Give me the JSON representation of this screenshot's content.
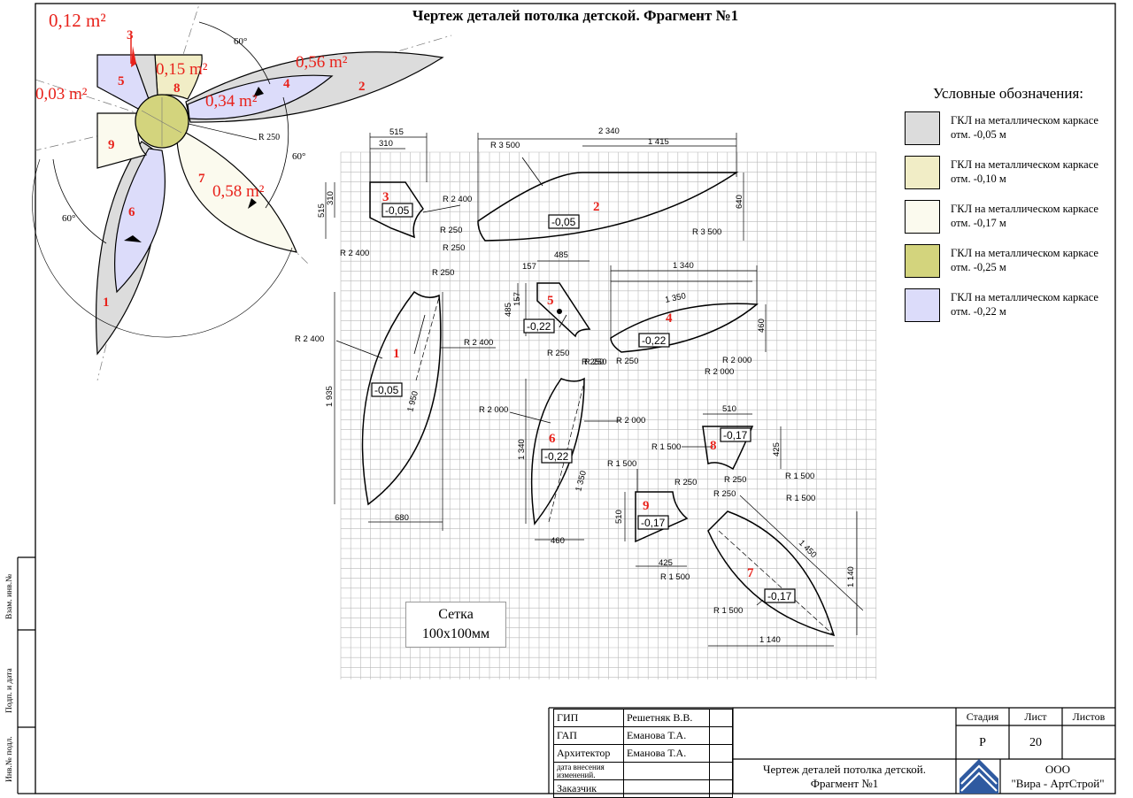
{
  "title": "Чертеж деталей потолка детской. Фрагмент №1",
  "legend": {
    "heading": "Условные обозначения:",
    "items": [
      {
        "line1": "ГКЛ на металлическом каркасе",
        "line2": "отм. -0,05 м",
        "color": "#dcdcdc"
      },
      {
        "line1": "ГКЛ на металлическом каркасе",
        "line2": "отм. -0,10 м",
        "color": "#f1edc6"
      },
      {
        "line1": "ГКЛ на металлическом каркасе",
        "line2": "отм. -0,17 м",
        "color": "#fbfaee"
      },
      {
        "line1": "ГКЛ на металлическом каркасе",
        "line2": "отм. -0,25 м",
        "color": "#d3d47d"
      },
      {
        "line1": "ГКЛ на металлическом каркасе",
        "line2": "отм. -0,22 м",
        "color": "#dcdcfa"
      }
    ]
  },
  "flower": {
    "areas": [
      "0,12 m²",
      "0,03 m²",
      "0,15 m²",
      "0,56 m²",
      "0,34 m²",
      "0,58 m²"
    ],
    "petal_numbers": [
      "1",
      "2",
      "3",
      "4",
      "5",
      "6",
      "7",
      "8",
      "9"
    ],
    "angles": [
      "60°",
      "60°",
      "60°"
    ],
    "radius_label": "R 250"
  },
  "parts": {
    "p1": {
      "num": "1",
      "level": "-0,05",
      "dims": [
        "R 250",
        "R 2 400",
        "R 2 400",
        "1 935",
        "1 950",
        "680"
      ]
    },
    "p2": {
      "num": "2",
      "level": "-0,05",
      "dims": [
        "2 340",
        "R 3 500",
        "1 415",
        "640",
        "R 3 500",
        "R 250"
      ]
    },
    "p3": {
      "num": "3",
      "level": "-0,05",
      "dims": [
        "515",
        "310",
        "515",
        "310",
        "R 2 400",
        "R 250",
        "R 2 400"
      ]
    },
    "p4": {
      "num": "4",
      "level": "-0,22",
      "dims": [
        "1 340",
        "1 350",
        "460",
        "R 2 000",
        "R 2 000",
        "R 250"
      ]
    },
    "p5": {
      "num": "5",
      "level": "-0,22",
      "dims": [
        "157",
        "485",
        "157",
        "485",
        "R 250",
        "R 250"
      ]
    },
    "p6": {
      "num": "6",
      "level": "-0,22",
      "dims": [
        "R 250",
        "R 2 000",
        "R 2 000",
        "1 340",
        "1 350",
        "460"
      ]
    },
    "p7": {
      "num": "7",
      "level": "-0,17",
      "dims": [
        "R 1 500",
        "1 450",
        "1 140",
        "R 1 500",
        "1 140",
        "R 250"
      ]
    },
    "p8": {
      "num": "8",
      "level": "-0,17",
      "dims": [
        "510",
        "R 1 500",
        "425",
        "R 250",
        "R 1 500"
      ]
    },
    "p9": {
      "num": "9",
      "level": "-0,17",
      "dims": [
        "R 1 500",
        "R 250",
        "510",
        "425",
        "R 1 500"
      ]
    }
  },
  "grid_note": {
    "line1": "Сетка",
    "line2": "100х100мм"
  },
  "side_labels": [
    "Взам. инв.№",
    "Подп. и дата",
    "Инв.№ подл."
  ],
  "stamp": {
    "roles": [
      "ГИП",
      "ГАП",
      "Архитектор",
      "дата внесения изменений.",
      "Заказчик"
    ],
    "names": [
      "Решетняк В.В.",
      "Еманова Т.А.",
      "Еманова Т.А.",
      "",
      ""
    ],
    "headers": [
      "Стадия",
      "Лист",
      "Листов"
    ],
    "stage": "Р",
    "sheet": "20",
    "sheets": "",
    "drawing_title_1": "Чертеж деталей потолка детской.",
    "drawing_title_2": "Фрагмент №1",
    "company_1": "ООО",
    "company_2": "\"Вира - АртСтрой\""
  }
}
